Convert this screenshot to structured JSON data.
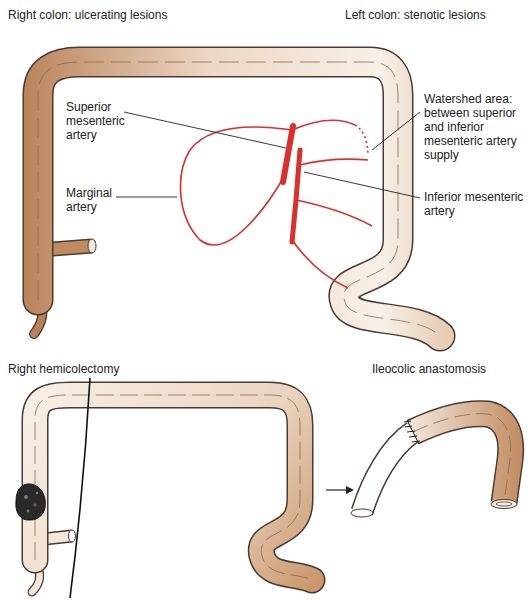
{
  "diagram": {
    "labels": [
      "Right colon: ulcerating lesions",
      "Left colon: stenotic lesions",
      "Superior mesenteric artery",
      "Watershed area: between superior and inferior mesenteric artery supply",
      "Marginal artery",
      "Inferior mesenteric artery",
      "Right hemicolectomy",
      "Ileocolic anastomosis"
    ]
  }
}
